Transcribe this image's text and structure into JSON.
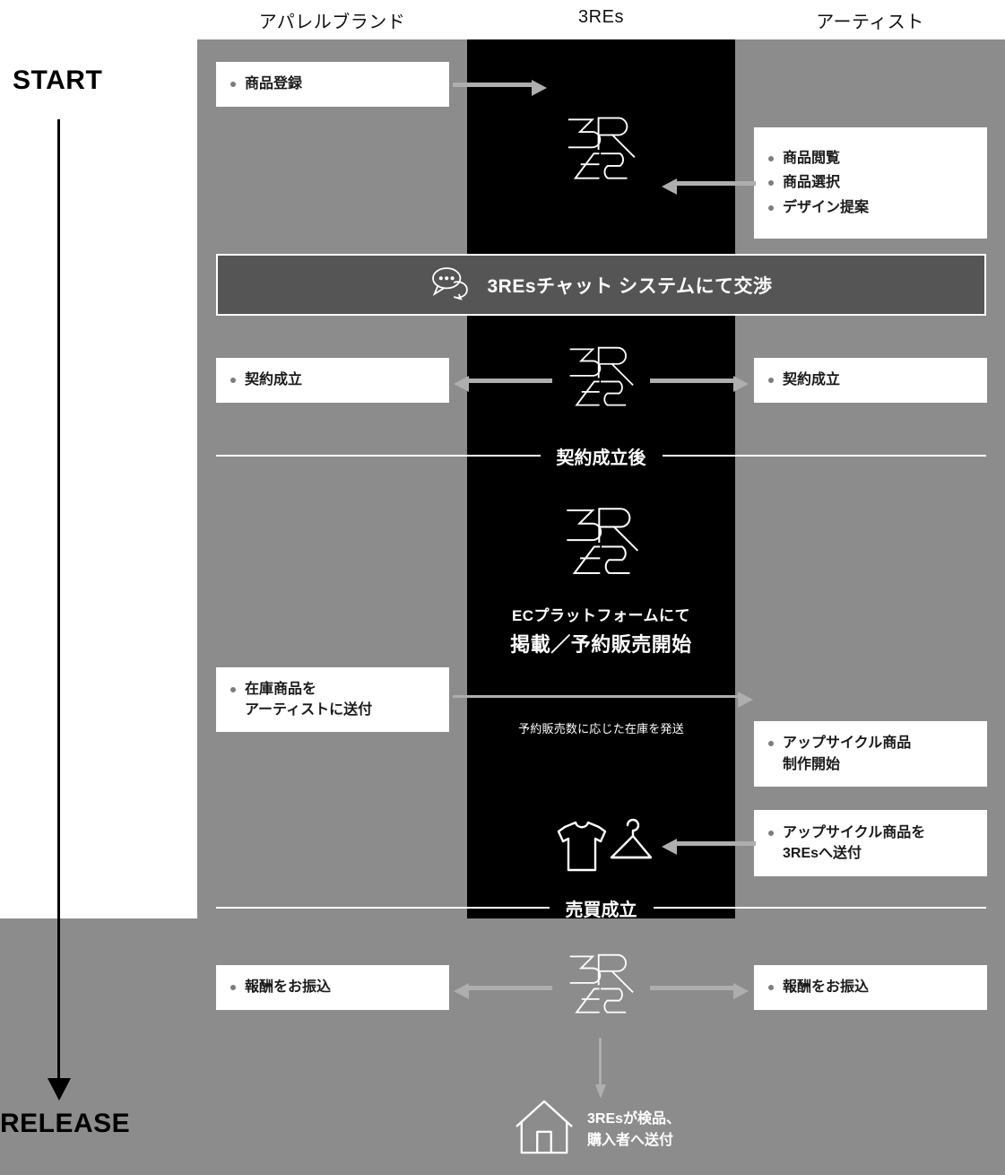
{
  "columns": {
    "brand": "アパレルブランド",
    "platform": "3REs",
    "artist": "アーティスト"
  },
  "flow": {
    "start_label": "START",
    "release_label": "RELEASE"
  },
  "cards": {
    "product_registration": [
      "商品登録"
    ],
    "artist_browse": [
      "商品閲覧",
      "商品選択",
      "デザイン提案"
    ],
    "contract_brand": [
      "契約成立"
    ],
    "contract_artist": [
      "契約成立"
    ],
    "stock_ship": [
      "在庫商品を\nアーティストに送付"
    ],
    "upcycle_start": [
      "アップサイクル商品\n制作開始"
    ],
    "upcycle_ship": [
      "アップサイクル商品を\n3REsへ送付"
    ],
    "payment_brand": [
      "報酬をお振込"
    ],
    "payment_artist": [
      "報酬をお振込"
    ]
  },
  "chat_bar": {
    "label": "3REsチャット システムにて交渉",
    "icon": "chat-bubbles-icon"
  },
  "dividers": {
    "after_contract": "契約成立後",
    "after_trade": "売買成立"
  },
  "center": {
    "ec_line1": "ECプラットフォームにて",
    "ec_line2": "掲載／予約販売開始",
    "ship_note": "予約販売数に応じた在庫を発送",
    "delivery_text": "3REsが検品、\n購入者へ送付",
    "logo_alt": "3REs"
  },
  "icons": {
    "logo": "3res-logo-icon",
    "chat": "chat-bubbles-icon",
    "apparel": "tshirt-hanger-icon",
    "house": "house-icon"
  },
  "colors": {
    "background": "#ffffff",
    "lane_gray": "#8c8c8c",
    "lane_black": "#000000",
    "chat_bar": "#555555",
    "arrow_gray": "#aeaeae",
    "card_white": "#ffffff",
    "bullet_gray": "#7d7d7d",
    "text_dark": "#1a1a1a"
  }
}
